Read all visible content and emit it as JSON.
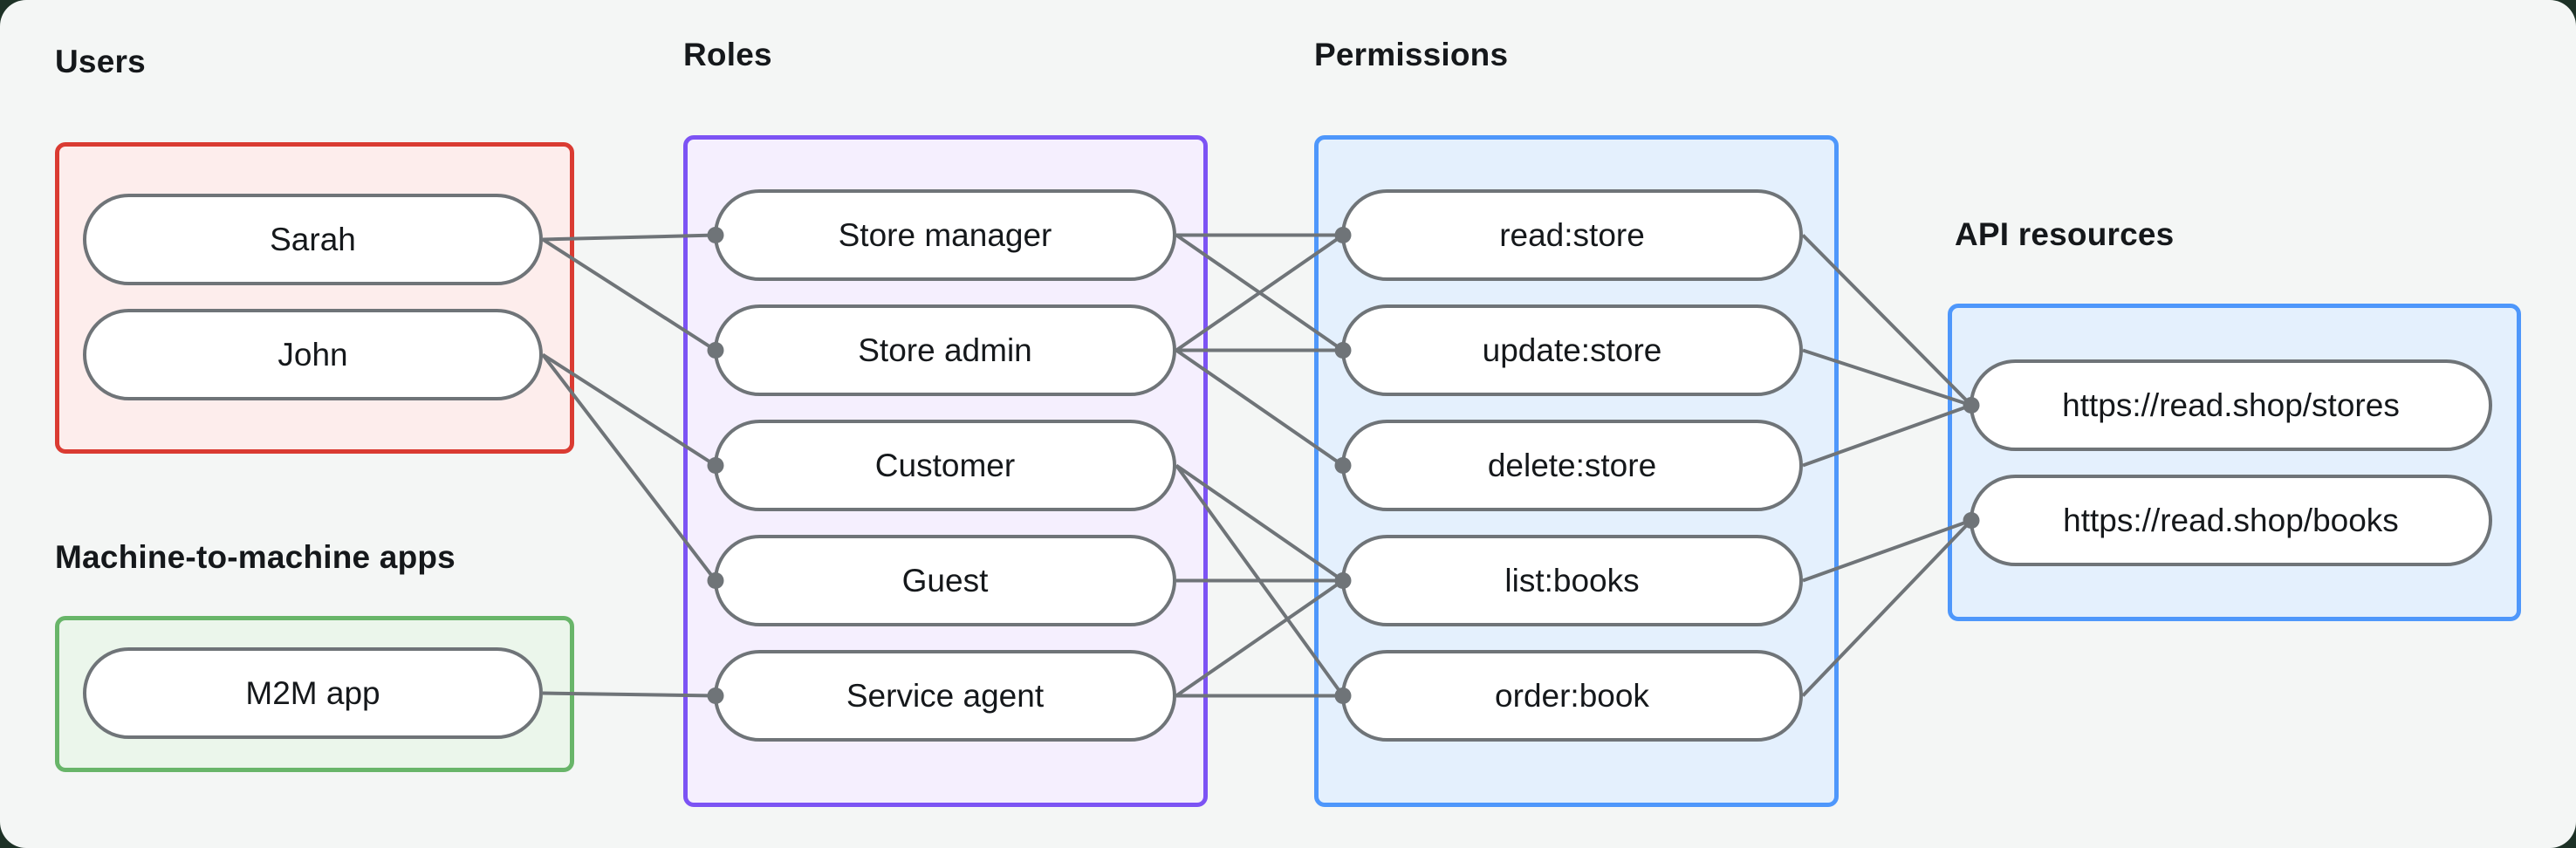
{
  "diagram": {
    "groups": [
      {
        "key": "users",
        "title": "Users",
        "border_color": "#da3b32",
        "fill_color": "#fdedec",
        "nodes": [
          {
            "id": "sarah",
            "label": "Sarah"
          },
          {
            "id": "john",
            "label": "John"
          }
        ]
      },
      {
        "key": "m2m",
        "title": "Machine-to-machine apps",
        "border_color": "#68b569",
        "fill_color": "#ebf6eb",
        "nodes": [
          {
            "id": "m2m_app",
            "label": "M2M app"
          }
        ]
      },
      {
        "key": "roles",
        "title": "Roles",
        "border_color": "#7c53f4",
        "fill_color": "#f5effe",
        "nodes": [
          {
            "id": "store_manager",
            "label": "Store manager"
          },
          {
            "id": "store_admin",
            "label": "Store admin"
          },
          {
            "id": "customer",
            "label": "Customer"
          },
          {
            "id": "guest",
            "label": "Guest"
          },
          {
            "id": "service_agent",
            "label": "Service agent"
          }
        ]
      },
      {
        "key": "permissions",
        "title": "Permissions",
        "border_color": "#4e97fb",
        "fill_color": "#e4f0fd",
        "nodes": [
          {
            "id": "read_store",
            "label": "read:store"
          },
          {
            "id": "update_store",
            "label": "update:store"
          },
          {
            "id": "delete_store",
            "label": "delete:store"
          },
          {
            "id": "list_books",
            "label": "list:books"
          },
          {
            "id": "order_book",
            "label": "order:book"
          }
        ]
      },
      {
        "key": "api",
        "title": "API resources",
        "border_color": "#4e97fb",
        "fill_color": "#e4f0fd",
        "nodes": [
          {
            "id": "stores",
            "label": "https://read.shop/stores"
          },
          {
            "id": "books",
            "label": "https://read.shop/books"
          }
        ]
      }
    ],
    "edges": [
      [
        "sarah",
        "store_manager"
      ],
      [
        "sarah",
        "store_admin"
      ],
      [
        "john",
        "customer"
      ],
      [
        "john",
        "guest"
      ],
      [
        "m2m_app",
        "service_agent"
      ],
      [
        "store_manager",
        "read_store"
      ],
      [
        "store_manager",
        "update_store"
      ],
      [
        "store_admin",
        "read_store"
      ],
      [
        "store_admin",
        "update_store"
      ],
      [
        "store_admin",
        "delete_store"
      ],
      [
        "customer",
        "list_books"
      ],
      [
        "customer",
        "order_book"
      ],
      [
        "guest",
        "list_books"
      ],
      [
        "service_agent",
        "list_books"
      ],
      [
        "service_agent",
        "order_book"
      ],
      [
        "read_store",
        "stores"
      ],
      [
        "update_store",
        "stores"
      ],
      [
        "delete_store",
        "stores"
      ],
      [
        "list_books",
        "books"
      ],
      [
        "order_book",
        "books"
      ]
    ],
    "colors": {
      "card_bg": "#f4f6f5",
      "backdrop": "#1d3126",
      "connector": "#6f7478",
      "node_border": "#6f7478",
      "text": "#15181b",
      "node_fill": "#ffffff"
    }
  }
}
